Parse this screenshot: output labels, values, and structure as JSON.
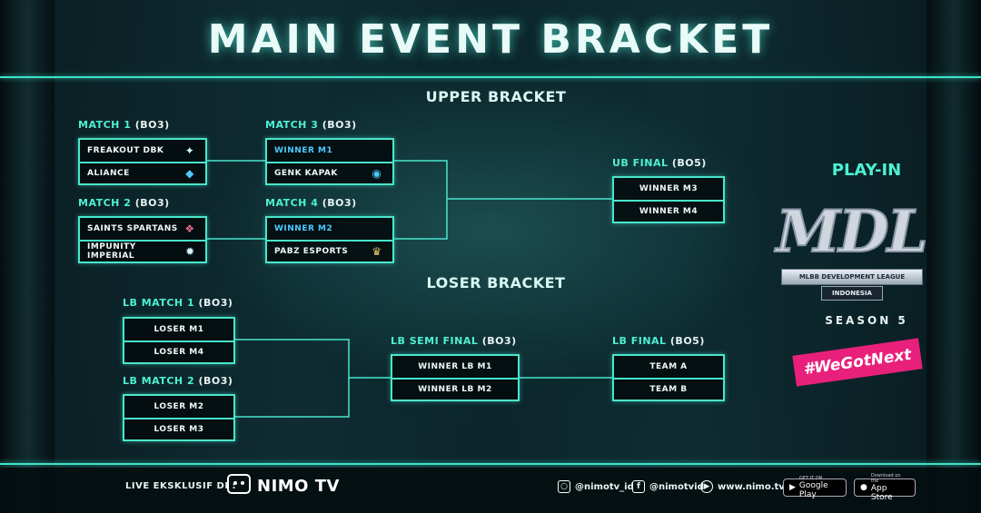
{
  "header": {
    "title": "MAIN EVENT BRACKET"
  },
  "upper_bracket": {
    "title": "UPPER BRACKET",
    "match1": {
      "label": "MATCH 1",
      "format": "(BO3)",
      "teams": [
        "FREAKOUT DBK",
        "ALIANCE"
      ]
    },
    "match2": {
      "label": "MATCH 2",
      "format": "(BO3)",
      "teams": [
        "SAINTS SPARTANS",
        "IMPUNITY IMPERIAL"
      ]
    },
    "match3": {
      "label": "MATCH 3",
      "format": "(BO3)",
      "teams": [
        "WINNER M1",
        "GENK KAPAK"
      ]
    },
    "match4": {
      "label": "MATCH 4",
      "format": "(BO3)",
      "teams": [
        "WINNER M2",
        "PABZ ESPORTS"
      ]
    },
    "final": {
      "label": "UB FINAL",
      "format": "(BO5)",
      "teams": [
        "WINNER M3",
        "WINNER M4"
      ]
    }
  },
  "loser_bracket": {
    "title": "LOSER BRACKET",
    "lb_match1": {
      "label": "LB MATCH 1",
      "format": "(BO3)",
      "teams": [
        "LOSER M1",
        "LOSER M4"
      ]
    },
    "lb_match2": {
      "label": "LB MATCH 2",
      "format": "(BO3)",
      "teams": [
        "LOSER M2",
        "LOSER M3"
      ]
    },
    "semi_final": {
      "label": "LB SEMI FINAL",
      "format": "(BO3)",
      "teams": [
        "WINNER LB M1",
        "WINNER LB M2"
      ]
    },
    "final": {
      "label": "LB FINAL",
      "format": "(BO5)",
      "teams": [
        "TEAM A",
        "TEAM B"
      ]
    }
  },
  "branding": {
    "play_in": "PLAY-IN",
    "logo_letters": "MDL",
    "logo_tagline": "MLBB DEVELOPMENT LEAGUE",
    "logo_region": "INDONESIA",
    "season": "SEASON 5",
    "hashtag": "#WeGotNext"
  },
  "footer": {
    "live_label": "LIVE EKSKLUSIF DI :",
    "nimo_brand": "NIMO TV",
    "instagram": "@nimotv_id",
    "facebook": "@nimotvid",
    "website": "www.nimo.tv",
    "google_play_small": "GET IT ON",
    "google_play": "Google Play",
    "app_store_small": "Download on the",
    "app_store": "App Store"
  },
  "colors": {
    "accent": "#49e6cc",
    "winner_text": "#4ec9ff",
    "hashtag_bg": "#e8207b"
  }
}
